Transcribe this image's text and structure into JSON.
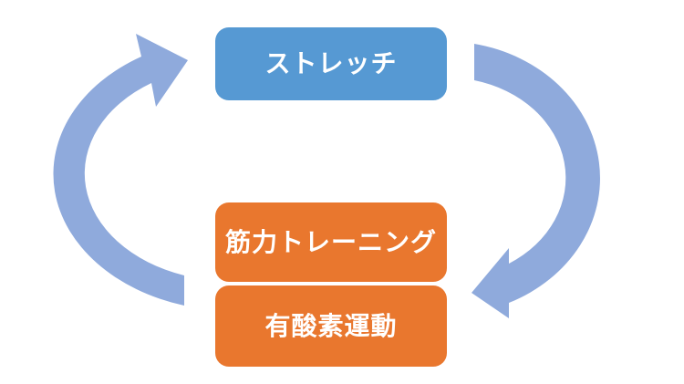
{
  "colors": {
    "background": "#FFFFFF",
    "node_blue": "#5699D3",
    "node_orange": "#E9772E",
    "arrow_blue": "#8FAADC",
    "node_text": "#FFFFFF"
  },
  "diagram": {
    "type": "cycle",
    "nodes": [
      {
        "id": "stretch",
        "label": "ストレッチ",
        "color": "#5699D3"
      },
      {
        "id": "strength-training",
        "label": "筋力トレーニング",
        "color": "#E9772E"
      },
      {
        "id": "aerobic-exercise",
        "label": "有酸素運動",
        "color": "#E9772E"
      }
    ],
    "arrows": [
      {
        "id": "left-up-arrow",
        "direction": "counterclockwise-up",
        "color": "#8FAADC"
      },
      {
        "id": "right-down-arrow",
        "direction": "clockwise-down",
        "color": "#8FAADC"
      }
    ]
  }
}
